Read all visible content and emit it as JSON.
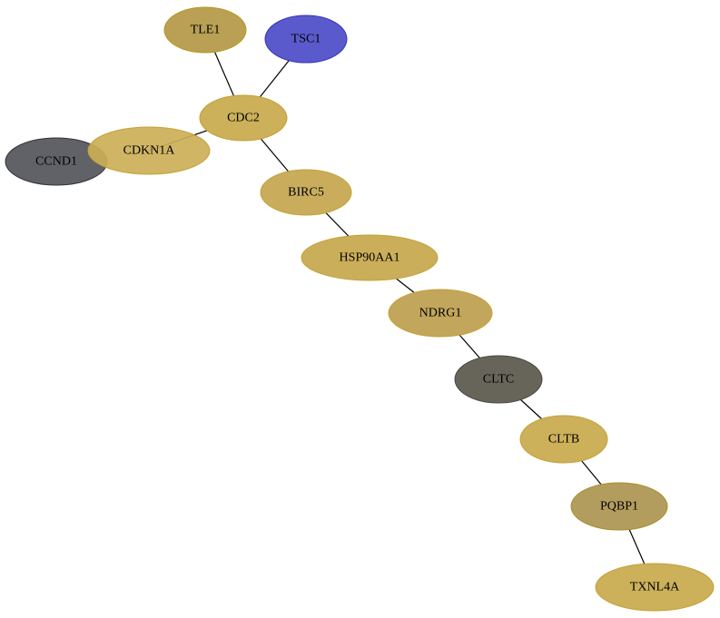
{
  "network": {
    "nodes": [
      {
        "id": "TLE1",
        "label": "TLE1",
        "fill": "#b9a055",
        "stroke": "#b8981e"
      },
      {
        "id": "TSC1",
        "label": "TSC1",
        "fill": "#5a5acc",
        "stroke": "#3434b8"
      },
      {
        "id": "CDC2",
        "label": "CDC2",
        "fill": "#ccb05a",
        "stroke": "#c4a235"
      },
      {
        "id": "CDKN1A",
        "label": "CDKN1A",
        "fill": "#ccaf58",
        "stroke": "#c4a235"
      },
      {
        "id": "CCND1",
        "label": "CCND1",
        "fill": "#505058",
        "stroke": "#32323a"
      },
      {
        "id": "BIRC5",
        "label": "BIRC5",
        "fill": "#c9ad5c",
        "stroke": "#c4a235"
      },
      {
        "id": "HSP90AA1",
        "label": "HSP90AA1",
        "fill": "#cbae5a",
        "stroke": "#c4a235"
      },
      {
        "id": "NDRG1",
        "label": "NDRG1",
        "fill": "#c2a65c",
        "stroke": "#c4a235"
      },
      {
        "id": "CLTC",
        "label": "CLTC",
        "fill": "#67645a",
        "stroke": "#4a4840"
      },
      {
        "id": "CLTB",
        "label": "CLTB",
        "fill": "#ccb05a",
        "stroke": "#c4a235"
      },
      {
        "id": "PQBP1",
        "label": "PQBP1",
        "fill": "#b39d5e",
        "stroke": "#a8902a"
      },
      {
        "id": "TXNL4A",
        "label": "TXNL4A",
        "fill": "#ccb05a",
        "stroke": "#c4a235"
      }
    ],
    "edges": [
      {
        "source": "TLE1",
        "target": "CDC2"
      },
      {
        "source": "TSC1",
        "target": "CDC2"
      },
      {
        "source": "CDC2",
        "target": "CDKN1A"
      },
      {
        "source": "CDC2",
        "target": "BIRC5"
      },
      {
        "source": "BIRC5",
        "target": "HSP90AA1"
      },
      {
        "source": "HSP90AA1",
        "target": "NDRG1"
      },
      {
        "source": "NDRG1",
        "target": "CLTC"
      },
      {
        "source": "CLTC",
        "target": "CLTB"
      },
      {
        "source": "CLTB",
        "target": "PQBP1"
      },
      {
        "source": "PQBP1",
        "target": "TXNL4A"
      }
    ]
  }
}
